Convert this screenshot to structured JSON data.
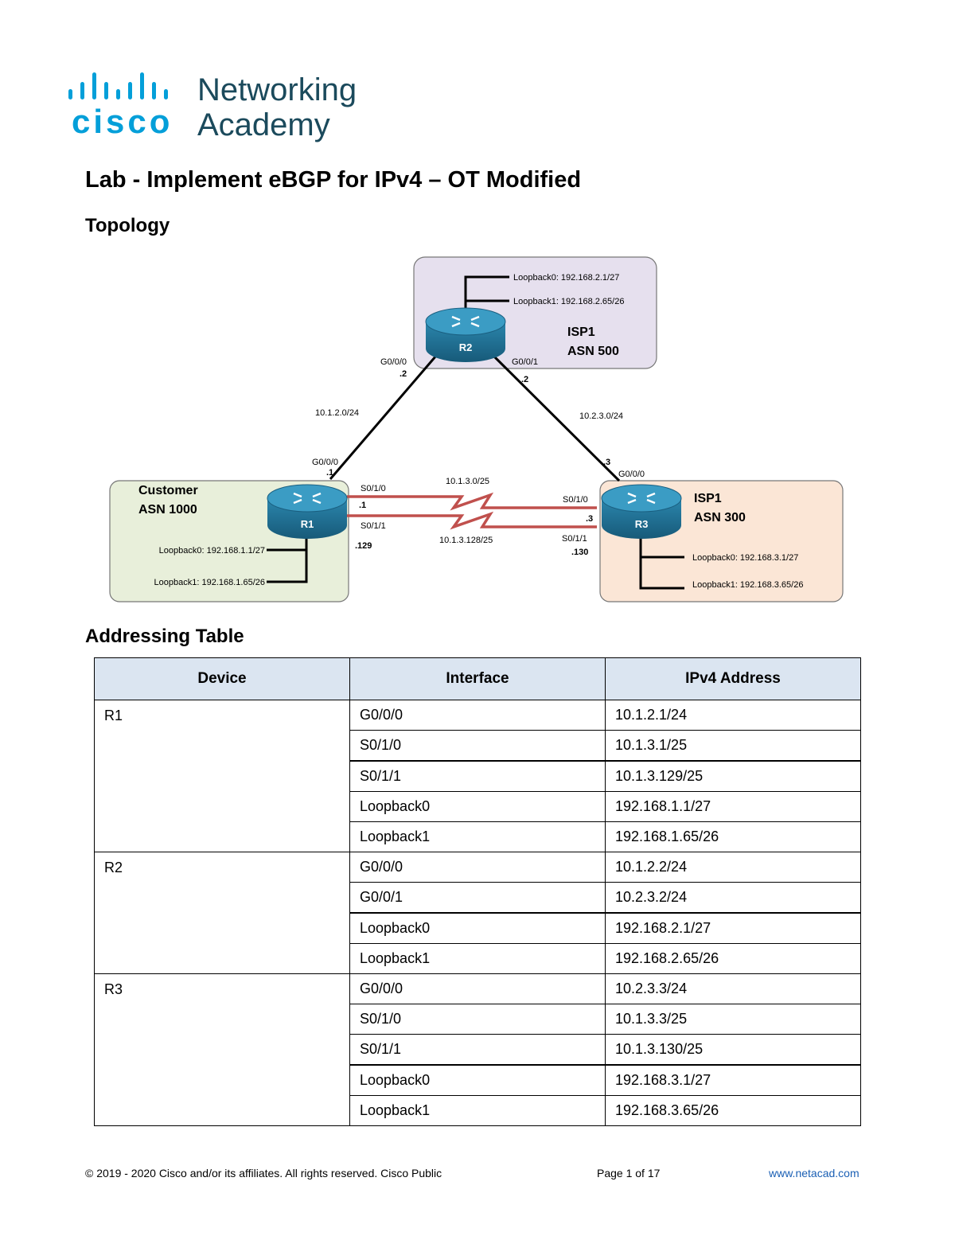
{
  "logo": {
    "cisco": "cisco",
    "line1": "Networking",
    "line2": "Academy"
  },
  "title": "Lab - Implement eBGP for IPv4 – OT Modified",
  "sections": {
    "topology": "Topology",
    "addressing": "Addressing Table"
  },
  "topology": {
    "colors": {
      "isp_r2_box": "#e6e0ee",
      "customer_box": "#e8efda",
      "isp_r3_box": "#fbe6d6",
      "router": "#1f6e93",
      "serial_link": "#c0504d"
    },
    "routers": {
      "r1": "R1",
      "r2": "R2",
      "r3": "R3"
    },
    "r2_box": {
      "line1": "ISP1",
      "line2": "ASN 500",
      "lo0": "Loopback0: 192.168.2.1/27",
      "lo1": "Loopback1: 192.168.2.65/26"
    },
    "r1_box": {
      "line1": "Customer",
      "line2": "ASN 1000",
      "lo0": "Loopback0: 192.168.1.1/27",
      "lo1": "Loopback1: 192.168.1.65/26"
    },
    "r3_box": {
      "line1": "ISP1",
      "line2": "ASN 300",
      "lo0": "Loopback0: 192.168.3.1/27",
      "lo1": "Loopback1: 192.168.3.65/26"
    },
    "labels": {
      "r2_g000": "G0/0/0",
      "r2_g000_ip": ".2",
      "r2_g001": "G0/0/1",
      "r2_g001_ip": ".2",
      "net_r1_r2": "10.1.2.0/24",
      "net_r2_r3": "10.2.3.0/24",
      "r1_g000": "G0/0/0",
      "r1_g000_ip": ".1",
      "r3_g000_ip": ".3",
      "r3_g000": "G0/0/0",
      "r1_s010": "S0/1/0",
      "r1_s010_ip": ".1",
      "r1_s011": "S0/1/1",
      "r1_s011_ip": ".129",
      "net_serial_a": "10.1.3.0/25",
      "net_serial_b": "10.1.3.128/25",
      "r3_s010": "S0/1/0",
      "r3_s010_ip": ".3",
      "r3_s011": "S0/1/1",
      "r3_s011_ip": ".130"
    }
  },
  "table": {
    "headers": [
      "Device",
      "Interface",
      "IPv4 Address"
    ],
    "rows": [
      {
        "device": "R1",
        "interface": "G0/0/0",
        "ip": "10.1.2.1/24"
      },
      {
        "device": "",
        "interface": "S0/1/0",
        "ip": "10.1.3.1/25"
      },
      {
        "device": "",
        "interface": "S0/1/1",
        "ip": "10.1.3.129/25"
      },
      {
        "device": "",
        "interface": "Loopback0",
        "ip": "192.168.1.1/27"
      },
      {
        "device": "",
        "interface": "Loopback1",
        "ip": "192.168.1.65/26"
      },
      {
        "device": "R2",
        "interface": "G0/0/0",
        "ip": "10.1.2.2/24"
      },
      {
        "device": "",
        "interface": "G0/0/1",
        "ip": "10.2.3.2/24"
      },
      {
        "device": "",
        "interface": "Loopback0",
        "ip": "192.168.2.1/27"
      },
      {
        "device": "",
        "interface": "Loopback1",
        "ip": "192.168.2.65/26"
      },
      {
        "device": "R3",
        "interface": "G0/0/0",
        "ip": "10.2.3.3/24"
      },
      {
        "device": "",
        "interface": "S0/1/0",
        "ip": "10.1.3.3/25"
      },
      {
        "device": "",
        "interface": "S0/1/1",
        "ip": "10.1.3.130/25"
      },
      {
        "device": "",
        "interface": "Loopback0",
        "ip": "192.168.3.1/27"
      },
      {
        "device": "",
        "interface": "Loopback1",
        "ip": "192.168.3.65/26"
      }
    ]
  },
  "footer": {
    "copyright": "© 2019 - 2020 Cisco and/or its affiliates. All rights reserved. Cisco Public",
    "page": "Page 1 of 17",
    "url": "www.netacad.com"
  }
}
